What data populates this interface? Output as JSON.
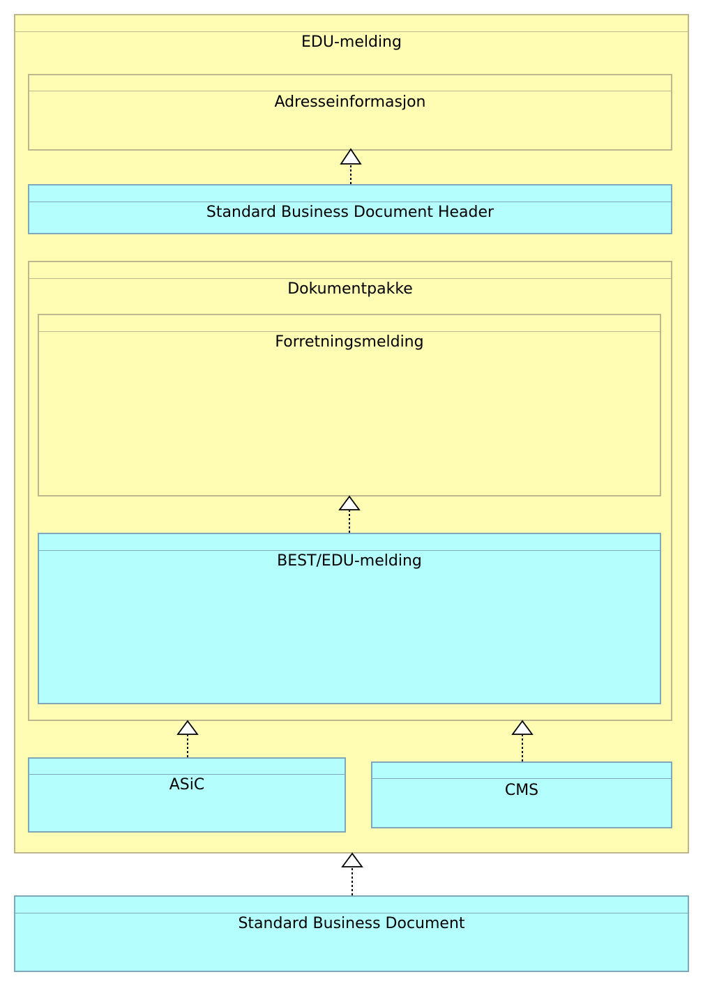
{
  "diagram": {
    "colors": {
      "container_fill": "#FFFDB4",
      "container_border": "#BDB78E",
      "class_fill": "#B4FFFE",
      "class_border": "#7FA8BA",
      "arrow": "#000000"
    },
    "edu_melding": {
      "label": "EDU-melding"
    },
    "adresseinformasjon": {
      "label": "Adresseinformasjon"
    },
    "sbdh": {
      "label": "Standard Business Document Header"
    },
    "dokumentpakke": {
      "label": "Dokumentpakke"
    },
    "forretningsmelding": {
      "label": "Forretningsmelding"
    },
    "best_edu": {
      "label": "BEST/EDU-melding"
    },
    "asic": {
      "label": "ASiC"
    },
    "cms": {
      "label": "CMS"
    },
    "sbd": {
      "label": "Standard Business Document"
    },
    "relations": [
      {
        "from": "Standard Business Document Header",
        "to": "Adresseinformasjon",
        "type": "realization"
      },
      {
        "from": "BEST/EDU-melding",
        "to": "Forretningsmelding",
        "type": "realization"
      },
      {
        "from": "ASiC",
        "to": "Dokumentpakke",
        "type": "realization"
      },
      {
        "from": "CMS",
        "to": "Dokumentpakke",
        "type": "realization"
      },
      {
        "from": "Standard Business Document",
        "to": "EDU-melding",
        "type": "realization"
      }
    ]
  }
}
